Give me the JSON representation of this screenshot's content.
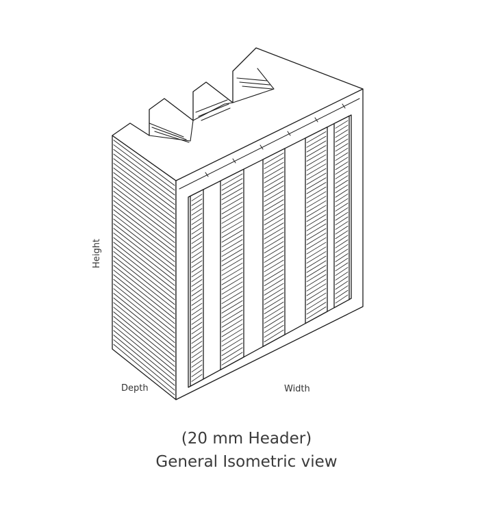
{
  "labels": {
    "height": "Height",
    "depth": "Depth",
    "width": "Width"
  },
  "caption": {
    "line1": "(20 mm Header)",
    "line2": "General Isometric view"
  },
  "colors": {
    "stroke": "#1a1a1a",
    "text": "#333333",
    "background": "#ffffff"
  }
}
